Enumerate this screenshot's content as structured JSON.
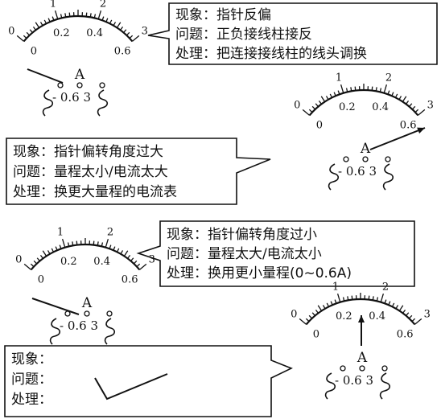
{
  "scale": {
    "upper_labels": [
      "0",
      "1",
      "2",
      "3"
    ],
    "lower_labels": [
      "0",
      "0.2",
      "0.4",
      "0.6"
    ],
    "meter_symbol": "A",
    "terminals": [
      "-",
      "0.6",
      "3"
    ]
  },
  "panels": [
    {
      "id": "reverse",
      "needle_value": 0,
      "needle_side": "reverse",
      "lines": [
        "现象：指针反偏",
        "问题：正负接线柱接反",
        "处理：把连接接线柱的线头调换"
      ]
    },
    {
      "id": "too-large",
      "needle_value": 3,
      "needle_side": "beyond-max",
      "lines": [
        "现象：指针偏转角度过大",
        "问题：量程太小/电流太大",
        "处理：换更大量程的电流表"
      ]
    },
    {
      "id": "too-small",
      "needle_value": 0.1,
      "needle_side": "small",
      "lines": [
        "现象：指针偏转角度过小",
        "问题：量程太大/电流太小",
        "处理：换用更小量程(0~0.6A)"
      ]
    },
    {
      "id": "normal",
      "needle_value": 1.5,
      "needle_side": "normal",
      "lines": [
        "现象：",
        "问题：",
        "处理："
      ]
    }
  ]
}
